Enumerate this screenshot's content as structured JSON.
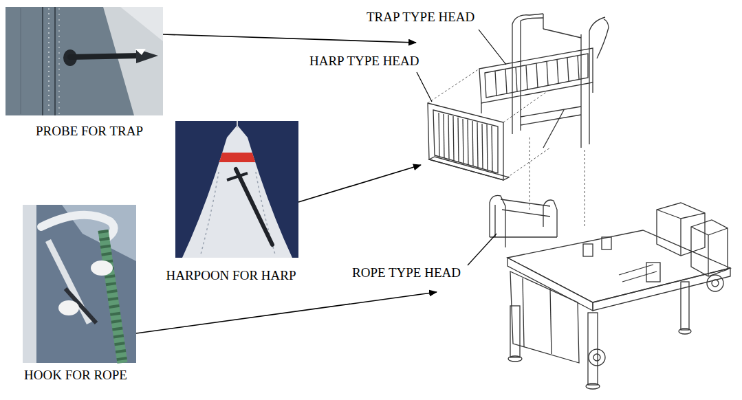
{
  "diagram": {
    "nodes": [
      {
        "text": [
          "PROBE FOR TRAP"
        ]
      },
      {
        "text": [
          "HARPOON FOR HARP"
        ]
      },
      {
        "text": [
          "HOOK FOR ROPE"
        ]
      }
    ],
    "labels": [
      "TRAP TYPE HEAD",
      "HARP TYPE HEAD",
      "ROPE TYPE HEAD"
    ]
  }
}
